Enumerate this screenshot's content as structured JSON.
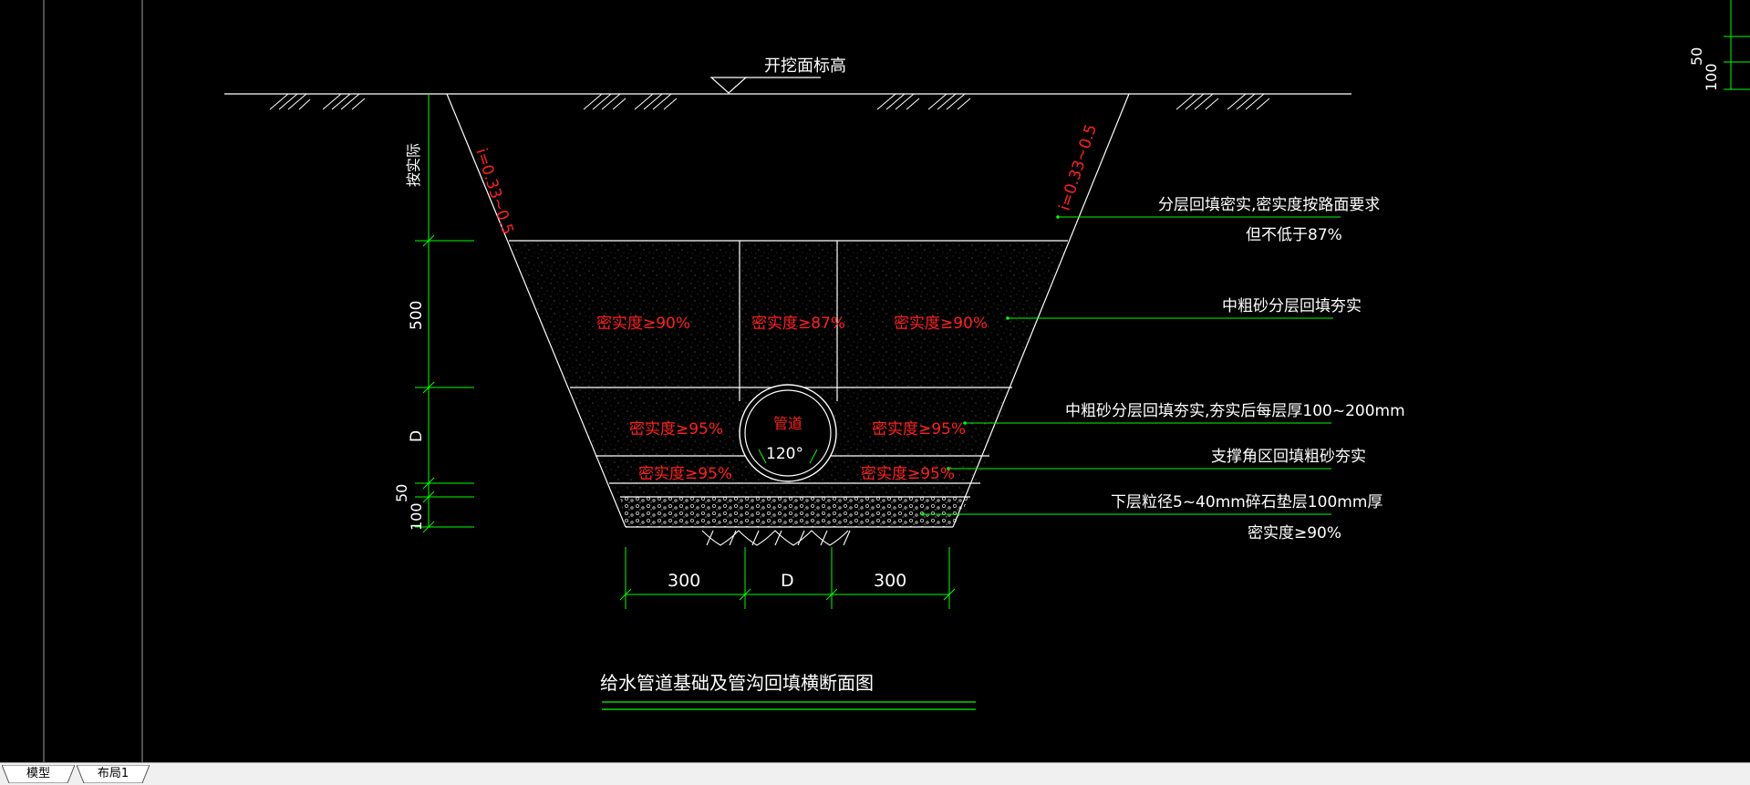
{
  "drawing": {
    "elevation_label": "开挖面标高",
    "side_dim_label": "按实际",
    "slope_left": "i=0.33~0.5",
    "slope_right": "i=0.33~0.5",
    "dim_500": "500",
    "dim_D": "D",
    "dim_50": "50",
    "dim_100": "100",
    "bottom_dim_left": "300",
    "bottom_dim_mid": "D",
    "bottom_dim_right": "300",
    "comp_upper_left": "密实度≥90%",
    "comp_upper_mid": "密实度≥87%",
    "comp_upper_right": "密实度≥90%",
    "comp_mid_left": "密实度≥95%",
    "comp_mid_right": "密实度≥95%",
    "comp_low_left": "密实度≥95%",
    "comp_low_right": "密实度≥95%",
    "pipe_label": "管道",
    "angle_label": "120°",
    "note1_line1": "分层回填密实,密实度按路面要求",
    "note1_line2": "但不低于87%",
    "note2": "中粗砂分层回填夯实",
    "note3": "中粗砂分层回填夯实,夯实后每层厚100~200mm",
    "note4": "支撑角区回填粗砂夯实",
    "note5_line1": "下层粒径5~40mm碎石垫层100mm厚",
    "note5_line2": "密实度≥90%",
    "title": "给水管道基础及管沟回填横断面图",
    "corner_dim_50": "50",
    "corner_dim_100": "100"
  },
  "tabs": [
    {
      "label": "模型"
    },
    {
      "label": "布局1"
    }
  ],
  "colors": {
    "background": "#000000",
    "lines": "#ffffff",
    "dimension": "#00ff00",
    "compaction_text": "#ff0000",
    "tabbar": "#f0f0f0"
  }
}
